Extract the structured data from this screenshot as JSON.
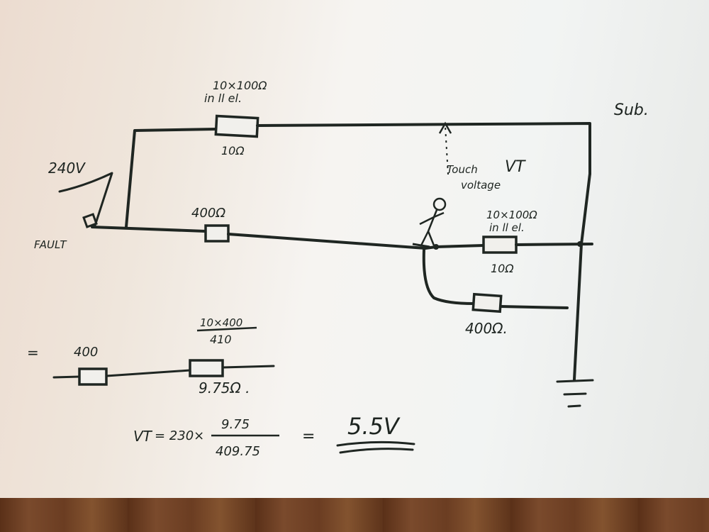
{
  "labels": {
    "top_resistor_spec": "10×100Ω",
    "top_resistor_parallel": "in ll el.",
    "top_resistor_value": "10Ω",
    "substation": "Sub.",
    "source_voltage": "240V",
    "fault": "FAULT",
    "line_resistor": "400Ω",
    "touch_voltage_line1": "Touch",
    "touch_voltage_line2": "voltage",
    "touch_voltage_symbol": "VT",
    "right_resistor_spec": "10×100Ω",
    "right_resistor_parallel": "in ll el.",
    "right_resistor_value": "10Ω",
    "lower_resistor_value": "400Ω."
  },
  "equivalent": {
    "equals": "=",
    "series_resistor": "400",
    "parallel_numerator": "10×400",
    "parallel_denominator": "410",
    "parallel_result": "9.75Ω ."
  },
  "equation": {
    "lhs": "VT",
    "factor": "= 230×",
    "numerator": "9.75",
    "denominator": "409.75",
    "equals": "=",
    "result": "5.5V"
  },
  "colors": {
    "ink": "#1f2622",
    "paper": "#f3f1ed",
    "desk": "#6b3e22"
  }
}
